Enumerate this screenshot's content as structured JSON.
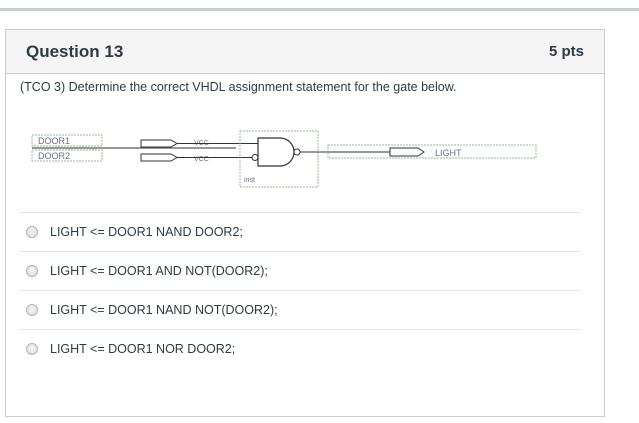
{
  "question": {
    "title": "Question 13",
    "points": "5 pts",
    "text": "(TCO 3) Determine the correct VHDL assignment statement for the gate below."
  },
  "diagram": {
    "inputs": [
      "DOOR1",
      "DOOR2"
    ],
    "vcc_label": "VCC",
    "instance_label": "inst",
    "output": "LIGHT"
  },
  "answers": [
    "LIGHT <= DOOR1 NAND DOOR2;",
    "LIGHT <= DOOR1 AND NOT(DOOR2);",
    "LIGHT <= DOOR1 NAND NOT(DOOR2);",
    "LIGHT <= DOOR1 NOR DOOR2;"
  ]
}
